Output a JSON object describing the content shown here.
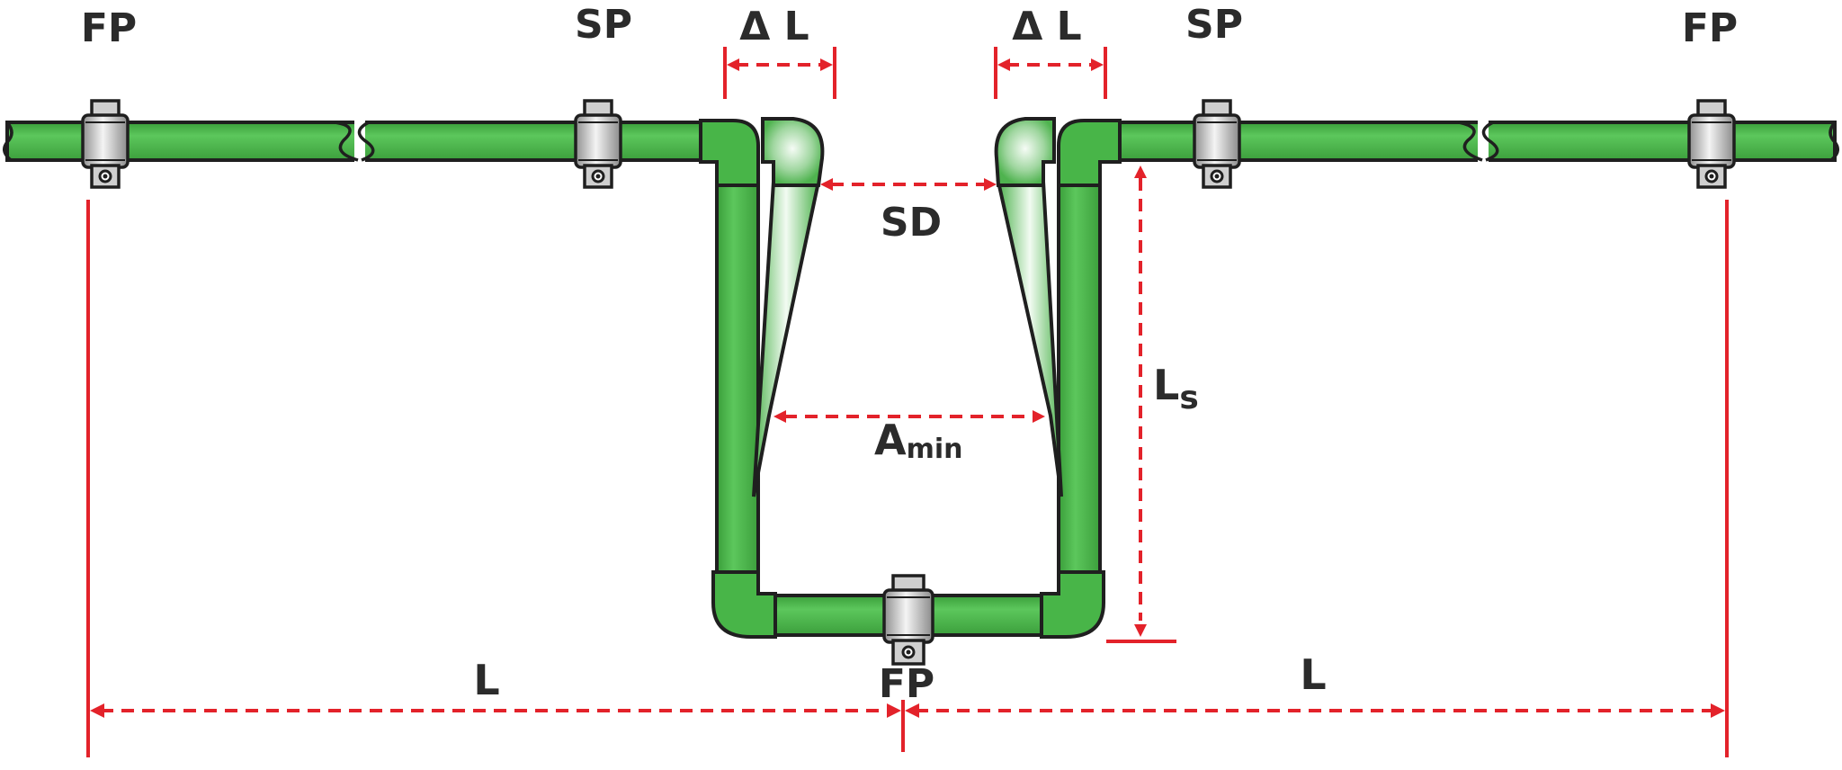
{
  "labels": {
    "fp_left": "FP",
    "sp_left": "SP",
    "delta_l_left": "Δ L",
    "delta_l_right": "Δ L",
    "sp_right": "SP",
    "fp_right": "FP",
    "sd": "SD",
    "ls_main": "L",
    "ls_sub": "s",
    "a_main": "A",
    "a_sub": "min",
    "fp_bottom": "FP",
    "l_left": "L",
    "l_right": "L"
  },
  "colors": {
    "pipe_green": "#48b548",
    "dimension_red": "#e3222a",
    "outline": "#1f1f1f",
    "label_text": "#2b2b2b"
  }
}
